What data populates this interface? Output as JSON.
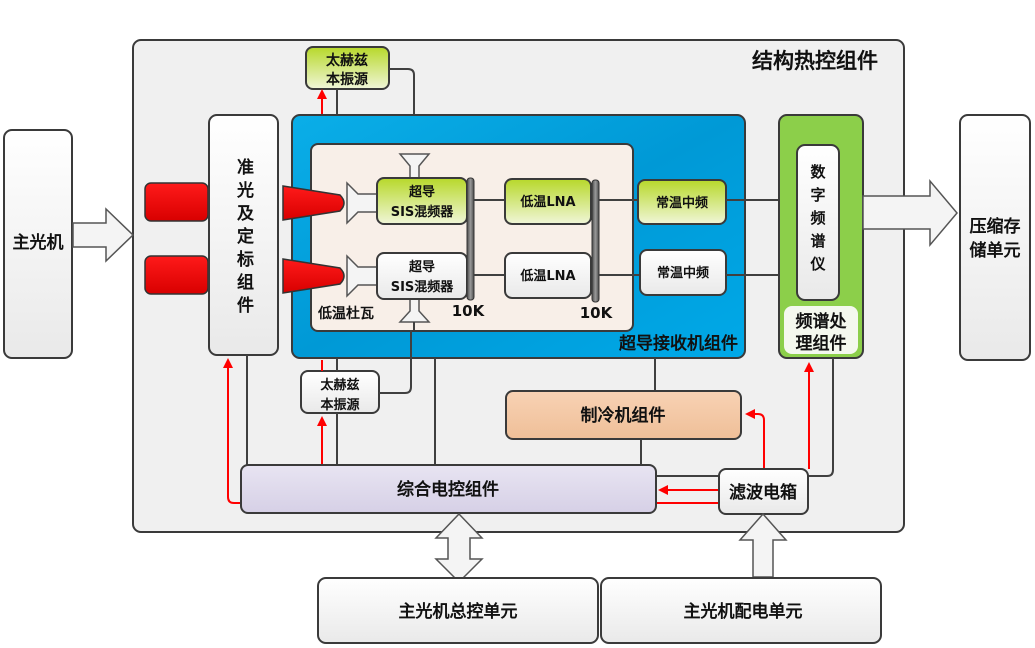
{
  "title": "结构热控组件",
  "main_telescope": "主光机",
  "collimation": "准光及定标组件",
  "receiver": {
    "label": "超导接收机组件",
    "dewar_label": "低温杜瓦",
    "mixer_top": {
      "line1": "超导",
      "line2": "SIS混频器"
    },
    "mixer_bottom": {
      "line1": "超导",
      "line2": "SIS混频器"
    },
    "stage1_temp": "10K",
    "lna_top": "低温LNA",
    "lna_bottom": "低温LNA",
    "stage2_temp": "10K",
    "if_top": "常温中频",
    "if_bottom": "常温中频"
  },
  "lo_top": {
    "line1": "太赫兹",
    "line2": "本振源"
  },
  "lo_bottom": {
    "line1": "太赫兹",
    "line2": "本振源"
  },
  "spectrum": {
    "label_line1": "频谱处",
    "label_line2": "理组件",
    "spectrometer": [
      "数",
      "字",
      "频",
      "谱",
      "仪"
    ]
  },
  "storage": {
    "line1": "压缩存",
    "line2": "储单元"
  },
  "cryocooler": "制冷机组件",
  "control": "综合电控组件",
  "filter_box": "滤波电箱",
  "master_control": "主光机总控单元",
  "power_unit": "主光机配电单元",
  "colors": {
    "receiver_blue": "#00a7e6",
    "spectrum_green": "#8ccf4a",
    "signal_red": "#ff0000",
    "cryocooler_orange": "#f4c8a4",
    "control_lavender": "#ddd8ea"
  }
}
